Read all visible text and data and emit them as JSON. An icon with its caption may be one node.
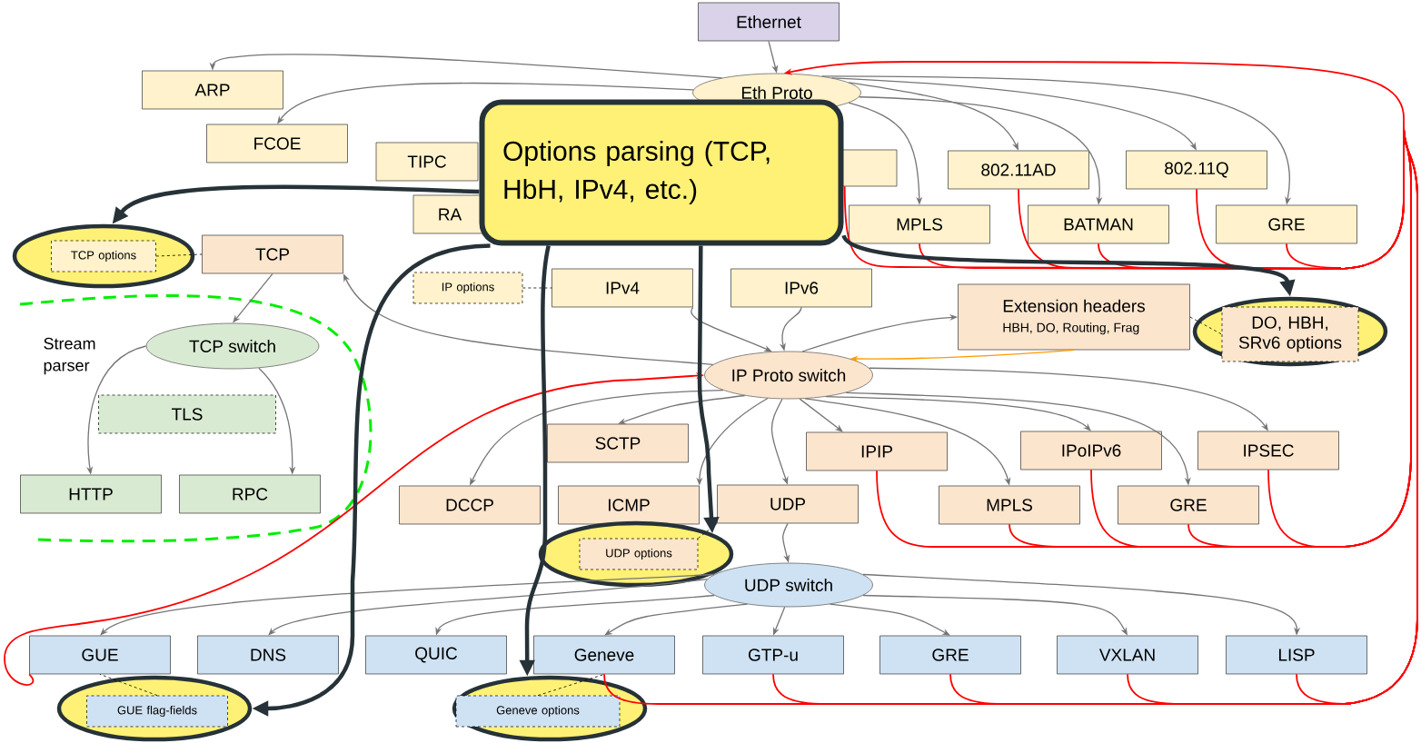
{
  "diagram": {
    "nodes": [
      {
        "text": [
          "Ethernet"
        ]
      },
      {
        "text": [
          "Eth Proto"
        ]
      },
      {
        "text": [
          "ARP"
        ]
      },
      {
        "text": [
          "FCOE"
        ]
      },
      {
        "text": [
          "TIPC"
        ]
      },
      {
        "text": [
          "RA"
        ]
      },
      {
        "text": [],
        "shape": "box"
      },
      {
        "text": [
          "802.11AD"
        ]
      },
      {
        "text": [
          "802.11Q"
        ]
      },
      {
        "text": [
          "MPLS"
        ]
      },
      {
        "text": [
          "BATMAN"
        ]
      },
      {
        "text": [
          "GRE"
        ]
      },
      {
        "text": [
          "Options parsing (TCP, HbH, IPv4, etc.)"
        ]
      },
      {
        "text": [],
        "shape": "ellipse"
      },
      {
        "text": [
          "TCP options"
        ],
        "in": 13
      },
      {
        "text": [
          "TCP"
        ]
      },
      {
        "text": [
          "IP options"
        ]
      },
      {
        "text": [
          "IPv4"
        ]
      },
      {
        "text": [
          "IPv6"
        ]
      },
      {
        "text": [
          "Extension headers",
          "HBH, DO, Routing, Frag"
        ]
      },
      {
        "text": [],
        "shape": "ellipse"
      },
      {
        "text": [
          "DO, HBH, SRv6 options"
        ],
        "in": 20
      },
      {
        "text": [
          "TCP switch"
        ]
      },
      {
        "text": [
          "TLS"
        ]
      },
      {
        "text": [
          "HTTP"
        ]
      },
      {
        "text": [
          "RPC"
        ]
      },
      {
        "text": [
          "IP Proto switch"
        ]
      },
      {
        "text": [
          "SCTP"
        ]
      },
      {
        "text": [
          "IPIP"
        ]
      },
      {
        "text": [
          "IPoIPv6"
        ]
      },
      {
        "text": [
          "IPSEC"
        ]
      },
      {
        "text": [
          "DCCP"
        ]
      },
      {
        "text": [
          "ICMP"
        ]
      },
      {
        "text": [
          "UDP"
        ]
      },
      {
        "text": [
          "MPLS"
        ]
      },
      {
        "text": [
          "GRE"
        ]
      },
      {
        "text": [],
        "shape": "ellipse"
      },
      {
        "text": [
          "UDP options"
        ],
        "in": 36
      },
      {
        "text": [
          "UDP switch"
        ]
      },
      {
        "text": [
          "GUE"
        ]
      },
      {
        "text": [
          "DNS"
        ]
      },
      {
        "text": [
          "QUIC"
        ]
      },
      {
        "text": [
          "Geneve"
        ]
      },
      {
        "text": [
          "GTP-u"
        ]
      },
      {
        "text": [
          "GRE"
        ]
      },
      {
        "text": [
          "VXLAN"
        ]
      },
      {
        "text": [
          "LISP"
        ]
      },
      {
        "text": [],
        "shape": "ellipse"
      },
      {
        "text": [
          "GUE flag-fields"
        ],
        "in": 47
      },
      {
        "text": [],
        "shape": "ellipse"
      },
      {
        "text": [
          "Geneve options"
        ],
        "in": 49
      }
    ],
    "edges": [
      {
        "from": 0,
        "to": 1,
        "arrow": "to"
      },
      {
        "from": 1,
        "to": 2,
        "arrow": "to"
      },
      {
        "from": 1,
        "to": 3,
        "arrow": "to"
      },
      {
        "from": 1,
        "to": 7,
        "arrow": "to"
      },
      {
        "from": 1,
        "to": 8,
        "arrow": "to"
      },
      {
        "from": 1,
        "to": 9,
        "arrow": "to"
      },
      {
        "from": 1,
        "to": 10,
        "arrow": "to"
      },
      {
        "from": 1,
        "to": 11,
        "arrow": "to"
      },
      {
        "from": 6,
        "to": 1,
        "arrow": "to",
        "color": "#ff0000"
      },
      {
        "from": 9,
        "to": 1,
        "arrow": "to",
        "color": "#ff0000"
      },
      {
        "from": 7,
        "to": 1,
        "arrow": "to",
        "color": "#ff0000"
      },
      {
        "from": 10,
        "to": 1,
        "arrow": "to",
        "color": "#ff0000"
      },
      {
        "from": 8,
        "to": 1,
        "arrow": "to",
        "color": "#ff0000"
      },
      {
        "from": 11,
        "to": 1,
        "arrow": "to",
        "color": "#ff0000"
      },
      {
        "from": 26,
        "to": 19,
        "arrow": "to"
      },
      {
        "from": 19,
        "to": 26,
        "arrow": "to",
        "color": "#ff9900"
      },
      {
        "from": 17,
        "to": 26,
        "arrow": "to"
      },
      {
        "from": 18,
        "to": 26,
        "arrow": "to"
      },
      {
        "from": 26,
        "to": 15,
        "arrow": "to"
      },
      {
        "from": 15,
        "to": 22,
        "arrow": "to"
      },
      {
        "from": 22,
        "to": 24,
        "arrow": "to"
      },
      {
        "from": 22,
        "to": 25,
        "arrow": "to"
      },
      {
        "from": 26,
        "to": 27,
        "arrow": "to"
      },
      {
        "from": 26,
        "to": 31,
        "arrow": "to"
      },
      {
        "from": 26,
        "to": 32,
        "arrow": "to"
      },
      {
        "from": 26,
        "to": 33,
        "arrow": "to"
      },
      {
        "from": 26,
        "to": 28,
        "arrow": "to"
      },
      {
        "from": 26,
        "to": 34,
        "arrow": "to"
      },
      {
        "from": 26,
        "to": 29,
        "arrow": "to"
      },
      {
        "from": 26,
        "to": 35,
        "arrow": "to"
      },
      {
        "from": 26,
        "to": 30,
        "arrow": "to"
      },
      {
        "from": 28,
        "to": 1,
        "arrow": "to",
        "color": "#ff0000"
      },
      {
        "from": 34,
        "to": 1,
        "arrow": "to",
        "color": "#ff0000"
      },
      {
        "from": 29,
        "to": 1,
        "arrow": "to",
        "color": "#ff0000"
      },
      {
        "from": 35,
        "to": 1,
        "arrow": "to",
        "color": "#ff0000"
      },
      {
        "from": 30,
        "to": 1,
        "arrow": "to",
        "color": "#ff0000"
      },
      {
        "from": 33,
        "to": 38,
        "arrow": "to"
      },
      {
        "from": 38,
        "to": 39,
        "arrow": "to"
      },
      {
        "from": 38,
        "to": 40,
        "arrow": "to"
      },
      {
        "from": 38,
        "to": 41,
        "arrow": "to"
      },
      {
        "from": 38,
        "to": 42,
        "arrow": "to"
      },
      {
        "from": 38,
        "to": 43,
        "arrow": "to"
      },
      {
        "from": 38,
        "to": 44,
        "arrow": "to"
      },
      {
        "from": 38,
        "to": 45,
        "arrow": "to"
      },
      {
        "from": 38,
        "to": 46,
        "arrow": "to"
      },
      {
        "from": 39,
        "to": 26,
        "arrow": "to",
        "color": "#ff0000"
      },
      {
        "from": 42,
        "to": 1,
        "arrow": "to",
        "color": "#ff0000"
      },
      {
        "from": 43,
        "to": 1,
        "arrow": "to",
        "color": "#ff0000"
      },
      {
        "from": 44,
        "to": 1,
        "arrow": "to",
        "color": "#ff0000"
      },
      {
        "from": 45,
        "to": 1,
        "arrow": "to",
        "color": "#ff0000"
      },
      {
        "from": 46,
        "to": 1,
        "arrow": "to",
        "color": "#ff0000"
      },
      {
        "from": 14,
        "to": 15,
        "arrow": "none",
        "style": "dashed",
        "color": "#000000"
      },
      {
        "from": 16,
        "to": 17,
        "arrow": "none",
        "style": "dashed",
        "color": "#000000"
      },
      {
        "from": 19,
        "to": 21,
        "arrow": "none",
        "style": "dashed",
        "color": "#000000"
      },
      {
        "from": 37,
        "to": 33,
        "arrow": "none",
        "style": "dashed",
        "color": "#000000"
      },
      {
        "from": 48,
        "to": 39,
        "arrow": "none",
        "style": "dashed",
        "color": "#000000"
      },
      {
        "from": 50,
        "to": 42,
        "arrow": "none",
        "style": "dashed",
        "color": "#000000"
      },
      {
        "from": 12,
        "to": 13,
        "arrow": "to",
        "style": "thick",
        "color": "#263238"
      },
      {
        "from": 12,
        "to": 20,
        "arrow": "to",
        "style": "thick",
        "color": "#263238"
      },
      {
        "from": 12,
        "to": 47,
        "arrow": "to",
        "style": "thick",
        "color": "#263238"
      },
      {
        "from": 12,
        "to": 49,
        "arrow": "to",
        "style": "thick",
        "color": "#263238"
      },
      {
        "from": 12,
        "to": 36,
        "arrow": "to",
        "style": "thick",
        "color": "#263238"
      }
    ],
    "labels": [
      "Stream parser"
    ]
  }
}
